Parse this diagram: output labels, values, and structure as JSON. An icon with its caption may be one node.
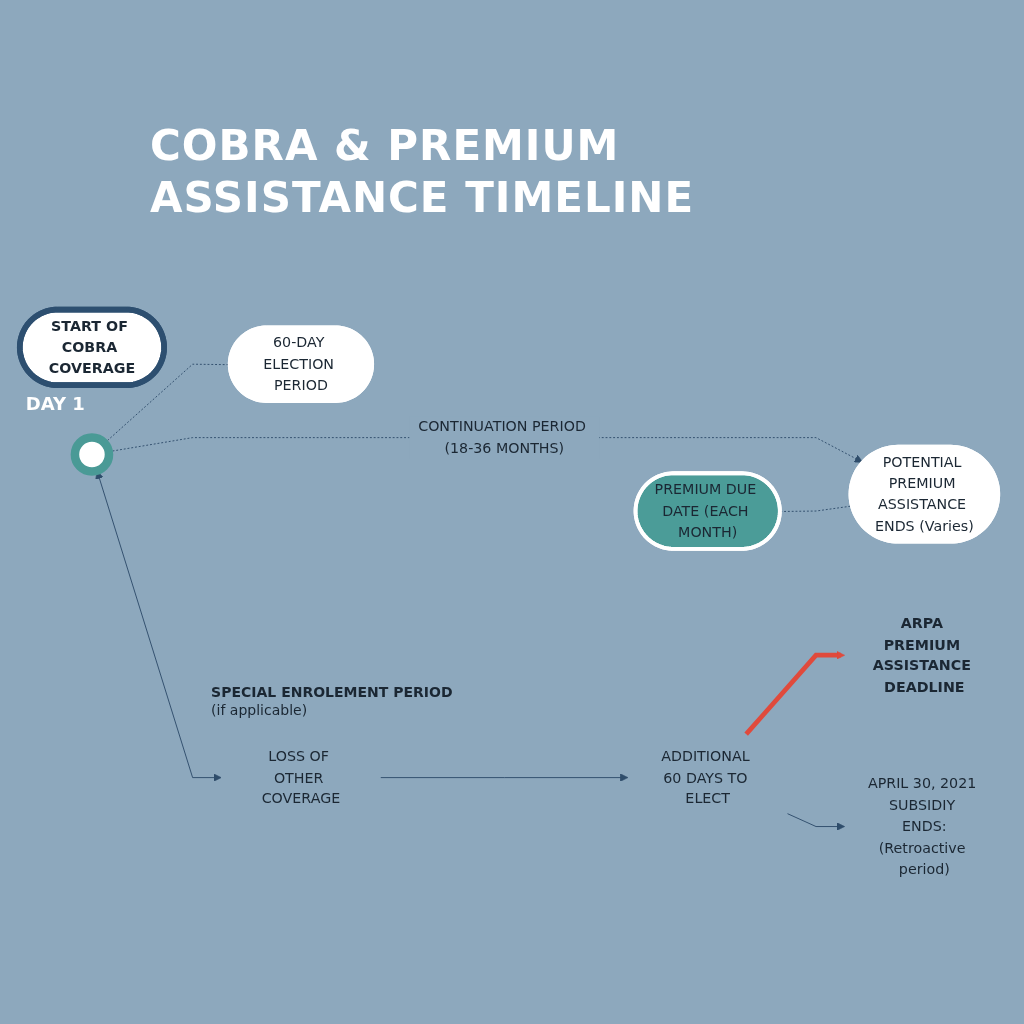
{
  "diagram": {
    "title": "COBRA & PREMIUM ASSISTANCE TIMELINE",
    "nodes": [
      {
        "text": [
          "START OF COBRA COVERAGE"
        ],
        "beside": [
          "DAY 1"
        ]
      },
      {
        "text": [],
        "shape": "circle"
      },
      {
        "text": [
          "60-DAY ELECTION PERIOD"
        ]
      },
      {
        "text": [
          "PREMIUM DUE DATE (EACH MONTH)"
        ]
      },
      {
        "text": [
          "POTENTIAL PREMIUM ASSISTANCE ENDS (Varies)"
        ]
      },
      {
        "text": [
          "LOSS OF OTHER COVERAGE"
        ]
      },
      {
        "text": [
          "ADDITIONAL 60 DAYS TO ELECT"
        ]
      },
      {
        "text": [
          "ARPA PREMIUM ASSISTANCE DEADLINE"
        ]
      },
      {
        "text": [
          "APRIL 30, 2021 SUBSIDIY ENDS:",
          "(Retroactive period)"
        ]
      }
    ],
    "edges": [
      {
        "from": 1,
        "to": 4,
        "arrow": "to",
        "label": "CONTINUATION PERIOD (18-36 MONTHS)",
        "style": "dashed"
      },
      {
        "from": 1,
        "to": 2,
        "arrow": "none",
        "style": "dashed"
      },
      {
        "from": 3,
        "to": 4,
        "arrow": "none",
        "style": "dashed"
      },
      {
        "from": 1,
        "to": 5,
        "arrow": "both"
      },
      {
        "from": 5,
        "to": 6,
        "arrow": "to"
      },
      {
        "from": 6,
        "to": 7,
        "arrow": "to",
        "style": "thick",
        "color": "#e04a3c"
      },
      {
        "from": 6,
        "to": 8,
        "arrow": "to"
      }
    ],
    "labels": [
      "SPECIAL ENROLEMENT PERIOD",
      "(if applicable)"
    ]
  }
}
